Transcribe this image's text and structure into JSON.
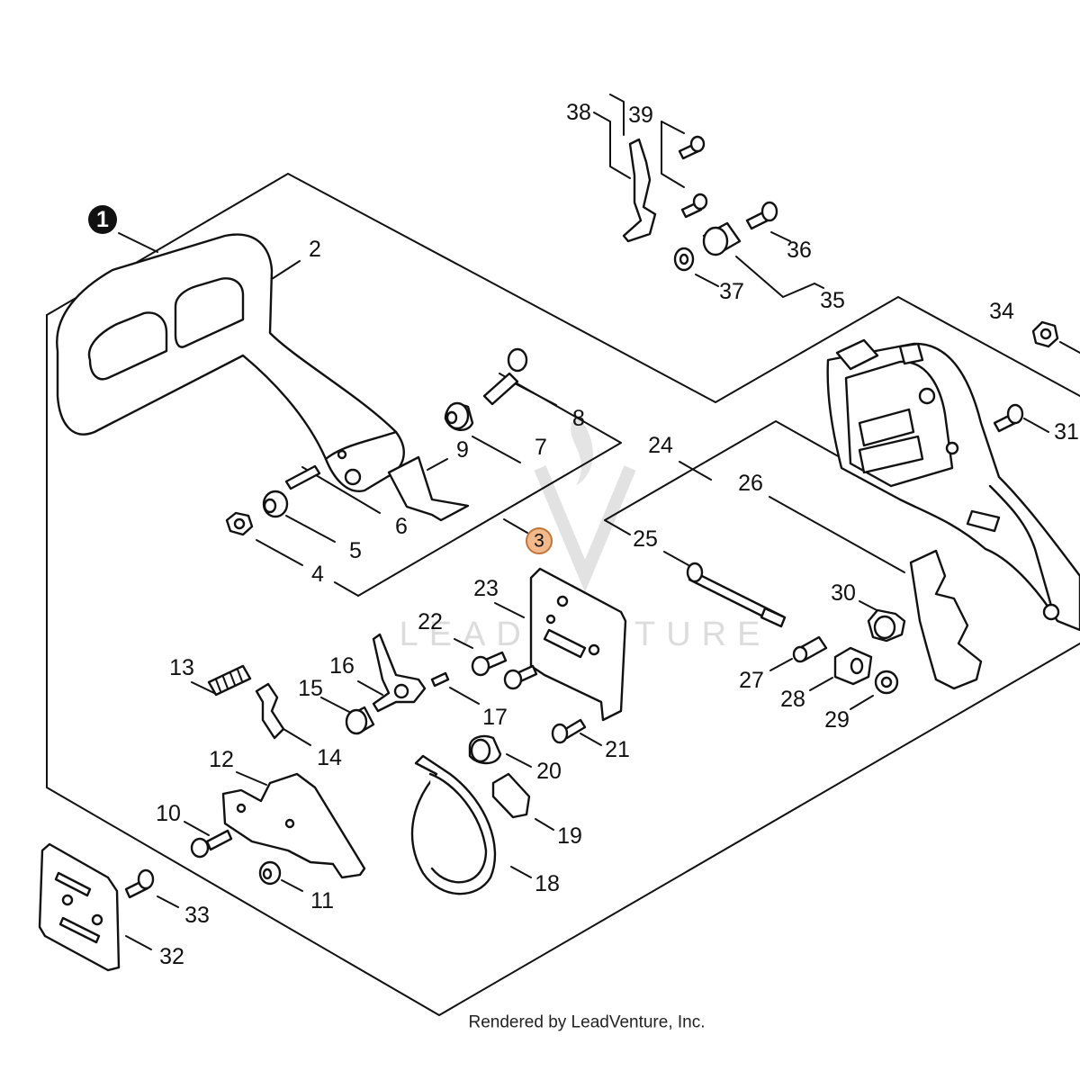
{
  "diagram": {
    "watermark_text": "LEADVENTURE",
    "credit": "Rendered by LeadVenture, Inc.",
    "callouts": [
      {
        "id": "c1",
        "label": "1",
        "style": "black"
      },
      {
        "id": "c2",
        "label": "2"
      },
      {
        "id": "c3",
        "label": "3",
        "style": "highlight"
      },
      {
        "id": "c4",
        "label": "4"
      },
      {
        "id": "c5",
        "label": "5"
      },
      {
        "id": "c6",
        "label": "6"
      },
      {
        "id": "c7",
        "label": "7"
      },
      {
        "id": "c8",
        "label": "8"
      },
      {
        "id": "c9",
        "label": "9"
      },
      {
        "id": "c10",
        "label": "10"
      },
      {
        "id": "c11",
        "label": "11"
      },
      {
        "id": "c12",
        "label": "12"
      },
      {
        "id": "c13",
        "label": "13"
      },
      {
        "id": "c14",
        "label": "14"
      },
      {
        "id": "c15",
        "label": "15"
      },
      {
        "id": "c16",
        "label": "16"
      },
      {
        "id": "c17",
        "label": "17"
      },
      {
        "id": "c18",
        "label": "18"
      },
      {
        "id": "c19",
        "label": "19"
      },
      {
        "id": "c20",
        "label": "20"
      },
      {
        "id": "c21",
        "label": "21"
      },
      {
        "id": "c22",
        "label": "22"
      },
      {
        "id": "c23",
        "label": "23"
      },
      {
        "id": "c24",
        "label": "24"
      },
      {
        "id": "c25",
        "label": "25"
      },
      {
        "id": "c26",
        "label": "26"
      },
      {
        "id": "c27",
        "label": "27"
      },
      {
        "id": "c28",
        "label": "28"
      },
      {
        "id": "c29",
        "label": "29"
      },
      {
        "id": "c30",
        "label": "30"
      },
      {
        "id": "c31",
        "label": "31"
      },
      {
        "id": "c32",
        "label": "32"
      },
      {
        "id": "c33",
        "label": "33"
      },
      {
        "id": "c34",
        "label": "34"
      },
      {
        "id": "c35",
        "label": "35"
      },
      {
        "id": "c36",
        "label": "36"
      },
      {
        "id": "c37",
        "label": "37"
      },
      {
        "id": "c38",
        "label": "38"
      },
      {
        "id": "c39",
        "label": "39"
      }
    ],
    "colors": {
      "line": "#111111",
      "highlight_fill": "#f2b98a",
      "highlight_stroke": "#c0763a",
      "watermark": "#dcdcdc"
    }
  }
}
